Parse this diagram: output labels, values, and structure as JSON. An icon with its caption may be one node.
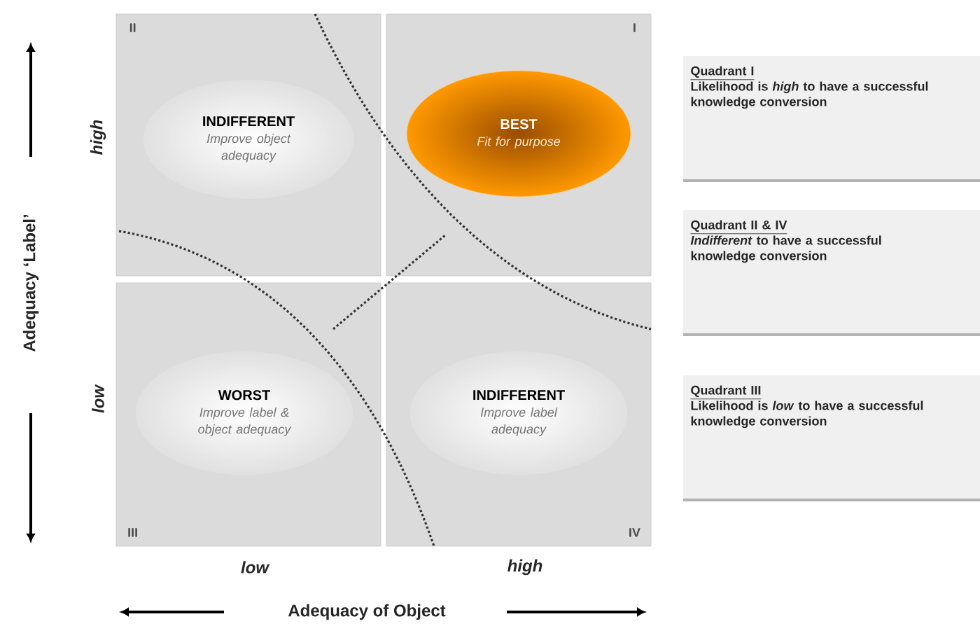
{
  "diagram": {
    "nodes": [
      {
        "text": [
          "II"
        ]
      },
      {
        "text": [
          "I"
        ]
      },
      {
        "text": [
          "III"
        ]
      },
      {
        "text": [
          "IV"
        ]
      },
      {
        "text": [
          "INDIFFERENT",
          "Improve object adequacy"
        ],
        "in": 0
      },
      {
        "text": [
          "BEST",
          "Fit for purpose"
        ],
        "in": 1
      },
      {
        "text": [
          "WORST",
          "Improve label & object adequacy"
        ],
        "in": 2
      },
      {
        "text": [
          "INDIFFERENT",
          "Improve label adequacy"
        ],
        "in": 3
      },
      {
        "text": [
          "Quadrant I",
          "Likelihood is *high* to have a successful knowledge conversion"
        ]
      },
      {
        "text": [
          "Quadrant II & IV",
          "*Indifferent* to have a successful knowledge conversion"
        ]
      },
      {
        "text": [
          "Quadrant III",
          "Likelihood is *low* to have a successful knowledge conversion"
        ]
      }
    ],
    "edges": [],
    "labels": [
      "Adequacy ‘Label’",
      "high",
      "low",
      "low",
      "high",
      "Adequacy of Object"
    ]
  }
}
